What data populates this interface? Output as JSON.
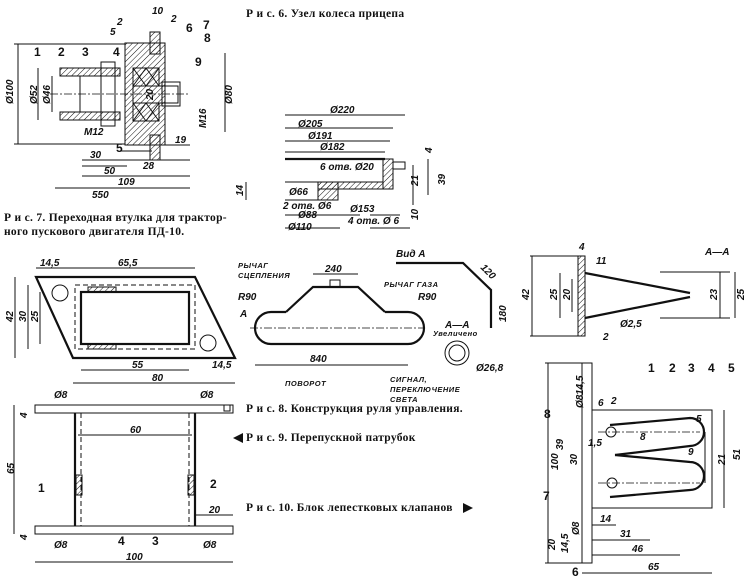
{
  "captions": {
    "fig6": "Р и с. 6. Узел колеса прицепа",
    "fig7_line1": "Р и с. 7. Переходная втулка для трактор-",
    "fig7_line2": "ного пускового двигателя ПД-10.",
    "fig8": "Р и с. 8. Конструкция руля управления.",
    "fig9": "Р и с. 9. Перепускной патрубок",
    "fig10": "Р и с. 10. Блок лепестковых клапанов"
  },
  "fig6_wheel_hub": {
    "part_labels": [
      "1",
      "2",
      "3",
      "4",
      "5",
      "6",
      "7",
      "8",
      "9"
    ],
    "dims": {
      "d100": "Ø100",
      "d52": "Ø52",
      "d46": "Ø46",
      "d80": "Ø80",
      "m12": "М12",
      "m16": "М16",
      "d20": "20",
      "l10": "10",
      "l2a": "2",
      "l2b": "2",
      "l5": "5",
      "l30": "30",
      "l50": "50",
      "l28": "28",
      "l19": "19",
      "l109": "109",
      "l550": "550"
    }
  },
  "fig6_flange": {
    "dims": {
      "d220": "Ø220",
      "d205": "Ø205",
      "d191": "Ø191",
      "d182": "Ø182",
      "holes20": "6 отв. Ø20",
      "d66": "Ø66",
      "holes6a": "2 отв. Ø6",
      "d88": "Ø88",
      "d110": "Ø110",
      "d153": "Ø153",
      "holes6b": "4 отв. Ø 6",
      "h14": "14",
      "h4": "4",
      "h21": "21",
      "h39": "39",
      "h10": "10"
    }
  },
  "fig7_bushing": {
    "dims": {
      "w14_5a": "14,5",
      "w65_5": "65,5",
      "h42": "42",
      "h30": "30",
      "h25": "25",
      "w55": "55",
      "w80": "80",
      "w14_5b": "14,5"
    }
  },
  "fig8_steering": {
    "notes": {
      "clutch_1": "РЫЧАГ",
      "clutch_2": "СЦЕПЛЕНИЯ",
      "throttle": "РЫЧАГ ГАЗА",
      "turn": "ПОВОРОТ",
      "signal_1": "СИГНАЛ,",
      "signal_2": "ПЕРЕКЛЮЧЕНИЕ",
      "signal_3": "СВЕТА",
      "view_a": "Вид А",
      "section": "А—А",
      "enlarged": "Увеличено",
      "arrow_a": "А"
    },
    "dims": {
      "w240": "240",
      "r90a": "R90",
      "r90b": "R90",
      "w840": "840",
      "l120": "120",
      "h180": "180",
      "d26_8": "Ø26,8"
    }
  },
  "fig9_pipe": {
    "part_labels": [
      "1",
      "2",
      "3",
      "4"
    ],
    "dims": {
      "d8a": "Ø8",
      "d8b": "Ø8",
      "d8c": "Ø8",
      "d8d": "Ø8",
      "h4a": "4",
      "h4b": "4",
      "h65": "65",
      "w60": "60",
      "w20": "20",
      "w100": "100"
    }
  },
  "fig10_valve_block": {
    "section_label": "А—А",
    "part_labels": [
      "1",
      "2",
      "3",
      "4",
      "5",
      "6",
      "7",
      "8"
    ],
    "dims": {
      "w4": "4",
      "w11": "11",
      "h42": "42",
      "h25a": "25",
      "h20": "20",
      "h23": "23",
      "h25b": "25",
      "d2_5": "Ø2,5",
      "w2": "2",
      "h100": "100",
      "h14_5a": "14,5",
      "d8a": "Ø8",
      "w6": "6",
      "w2b": "2",
      "h39": "39",
      "h30": "30",
      "w1_5": "1,5",
      "h21": "21",
      "h51": "51",
      "h20b": "20",
      "h14_5b": "14,5",
      "d8b": "Ø8",
      "w14": "14",
      "w31": "31",
      "w46": "46",
      "w65": "65",
      "r5": "5",
      "r9": "9",
      "r8": "8"
    }
  }
}
